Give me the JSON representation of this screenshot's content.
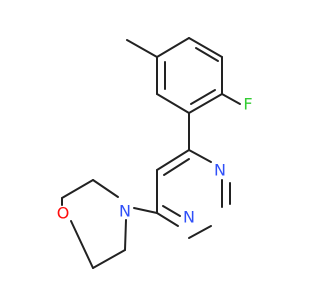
{
  "molecule": {
    "atoms": [
      {
        "id": "F",
        "label": "F",
        "color": "#33cc33"
      },
      {
        "id": "N1",
        "label": "N",
        "color": "#3050f8"
      },
      {
        "id": "N2",
        "label": "N",
        "color": "#3050f8"
      },
      {
        "id": "N3",
        "label": "N",
        "color": "#3050f8"
      },
      {
        "id": "O",
        "label": "O",
        "color": "#ff0d0d"
      }
    ],
    "bond_color": "#222222",
    "background": "#ffffff"
  }
}
